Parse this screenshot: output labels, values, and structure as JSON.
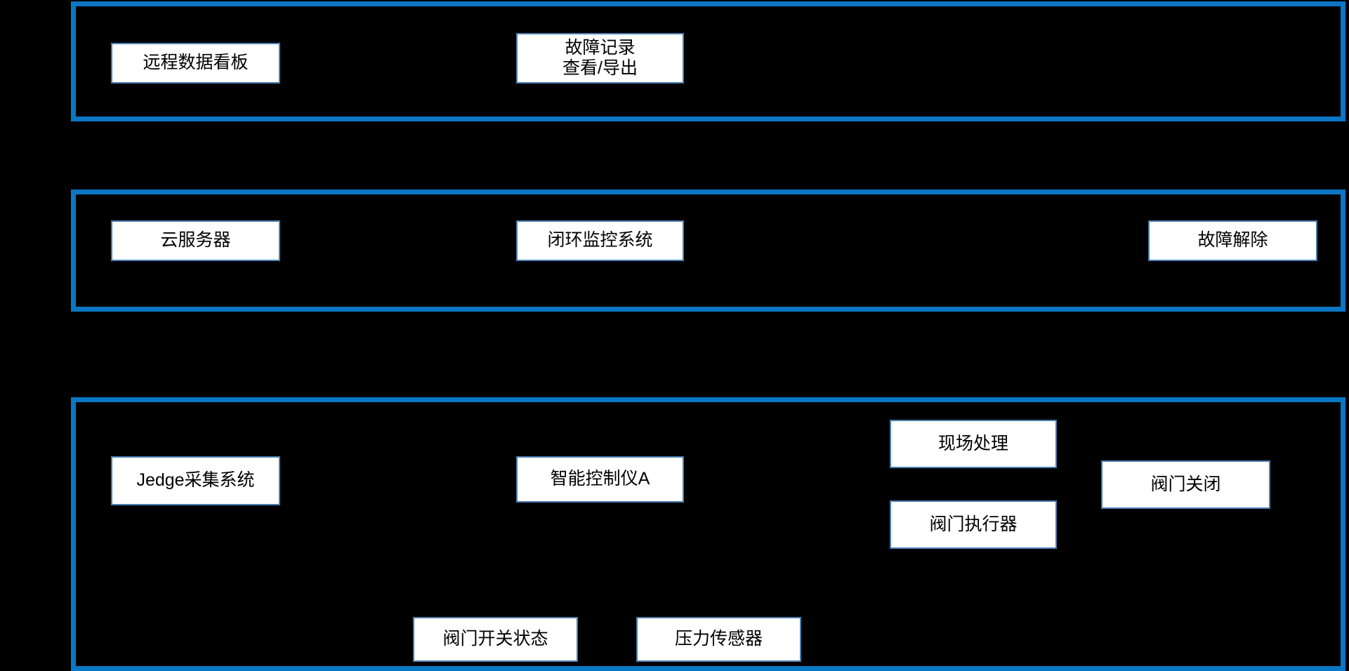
{
  "diagram": {
    "background_color": "#000000",
    "lane_border_color": "#0B76C4",
    "node_border_color": "#4A7EB0",
    "node_fill_color": "#FFFFFF",
    "node_text_color": "#000000"
  },
  "lanes": [
    {
      "id": "lane-top",
      "nodes": [
        {
          "id": "remote-data-dashboard",
          "label": "远程数据看板"
        },
        {
          "id": "fault-record-view-export",
          "label": "故障记录\n查看/导出"
        }
      ]
    },
    {
      "id": "lane-middle",
      "nodes": [
        {
          "id": "cloud-server",
          "label": "云服务器"
        },
        {
          "id": "closed-loop-monitoring-system",
          "label": "闭环监控系统"
        },
        {
          "id": "fault-cleared",
          "label": "故障解除"
        }
      ]
    },
    {
      "id": "lane-bottom",
      "nodes": [
        {
          "id": "jedge-acquisition-system",
          "label": "Jedge采集系统"
        },
        {
          "id": "smart-controller-a",
          "label": "智能控制仪A"
        },
        {
          "id": "onsite-processing",
          "label": "现场处理"
        },
        {
          "id": "valve-actuator",
          "label": "阀门执行器"
        },
        {
          "id": "valve-closed",
          "label": "阀门关闭"
        },
        {
          "id": "valve-switch-status",
          "label": "阀门开关状态"
        },
        {
          "id": "pressure-sensor",
          "label": "压力传感器"
        }
      ]
    }
  ]
}
